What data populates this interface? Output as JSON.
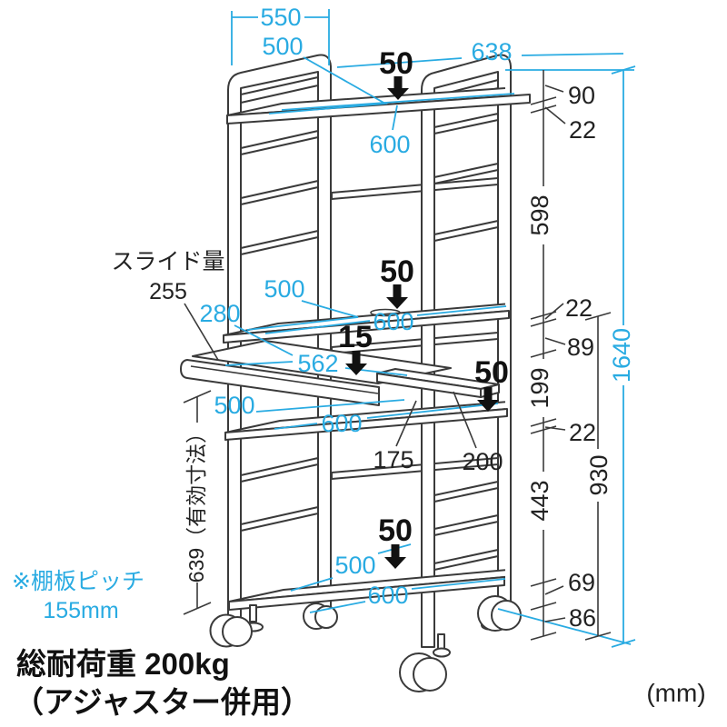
{
  "title": "ラック寸法図",
  "colors": {
    "dimension_blue": "#29abe2",
    "line_color": "#3a3a3a",
    "text_black": "#111111"
  },
  "labels": {
    "top_550": "550",
    "top_500": "500",
    "top_50": "50",
    "width_638": "638",
    "r90": "90",
    "r22a": "22",
    "top_600": "600",
    "r598": "598",
    "slide_caption": "スライド量",
    "slide_255": "255",
    "tray_280": "280",
    "mid_500": "500",
    "mid_50": "50",
    "mid_600": "600",
    "tray_15": "15",
    "tray_562": "562",
    "r22b": "22",
    "r89": "89",
    "r199": "199",
    "blue_1640": "1640",
    "side_50": "50",
    "low_500": "500",
    "low_600": "600",
    "r22c": "22",
    "tray_175": "175",
    "tray_200": "200",
    "r930": "930",
    "r443": "443",
    "eff_639": "639（有効寸法）",
    "bottom_50": "50",
    "bottom_500": "500",
    "bottom_600": "600",
    "r69": "69",
    "r86": "86",
    "pitch1": "※棚板ピッチ",
    "pitch2": "155mm",
    "footer1": "総耐荷重 200kg",
    "footer2": "（アジャスター併用）",
    "unit": "(mm)"
  }
}
